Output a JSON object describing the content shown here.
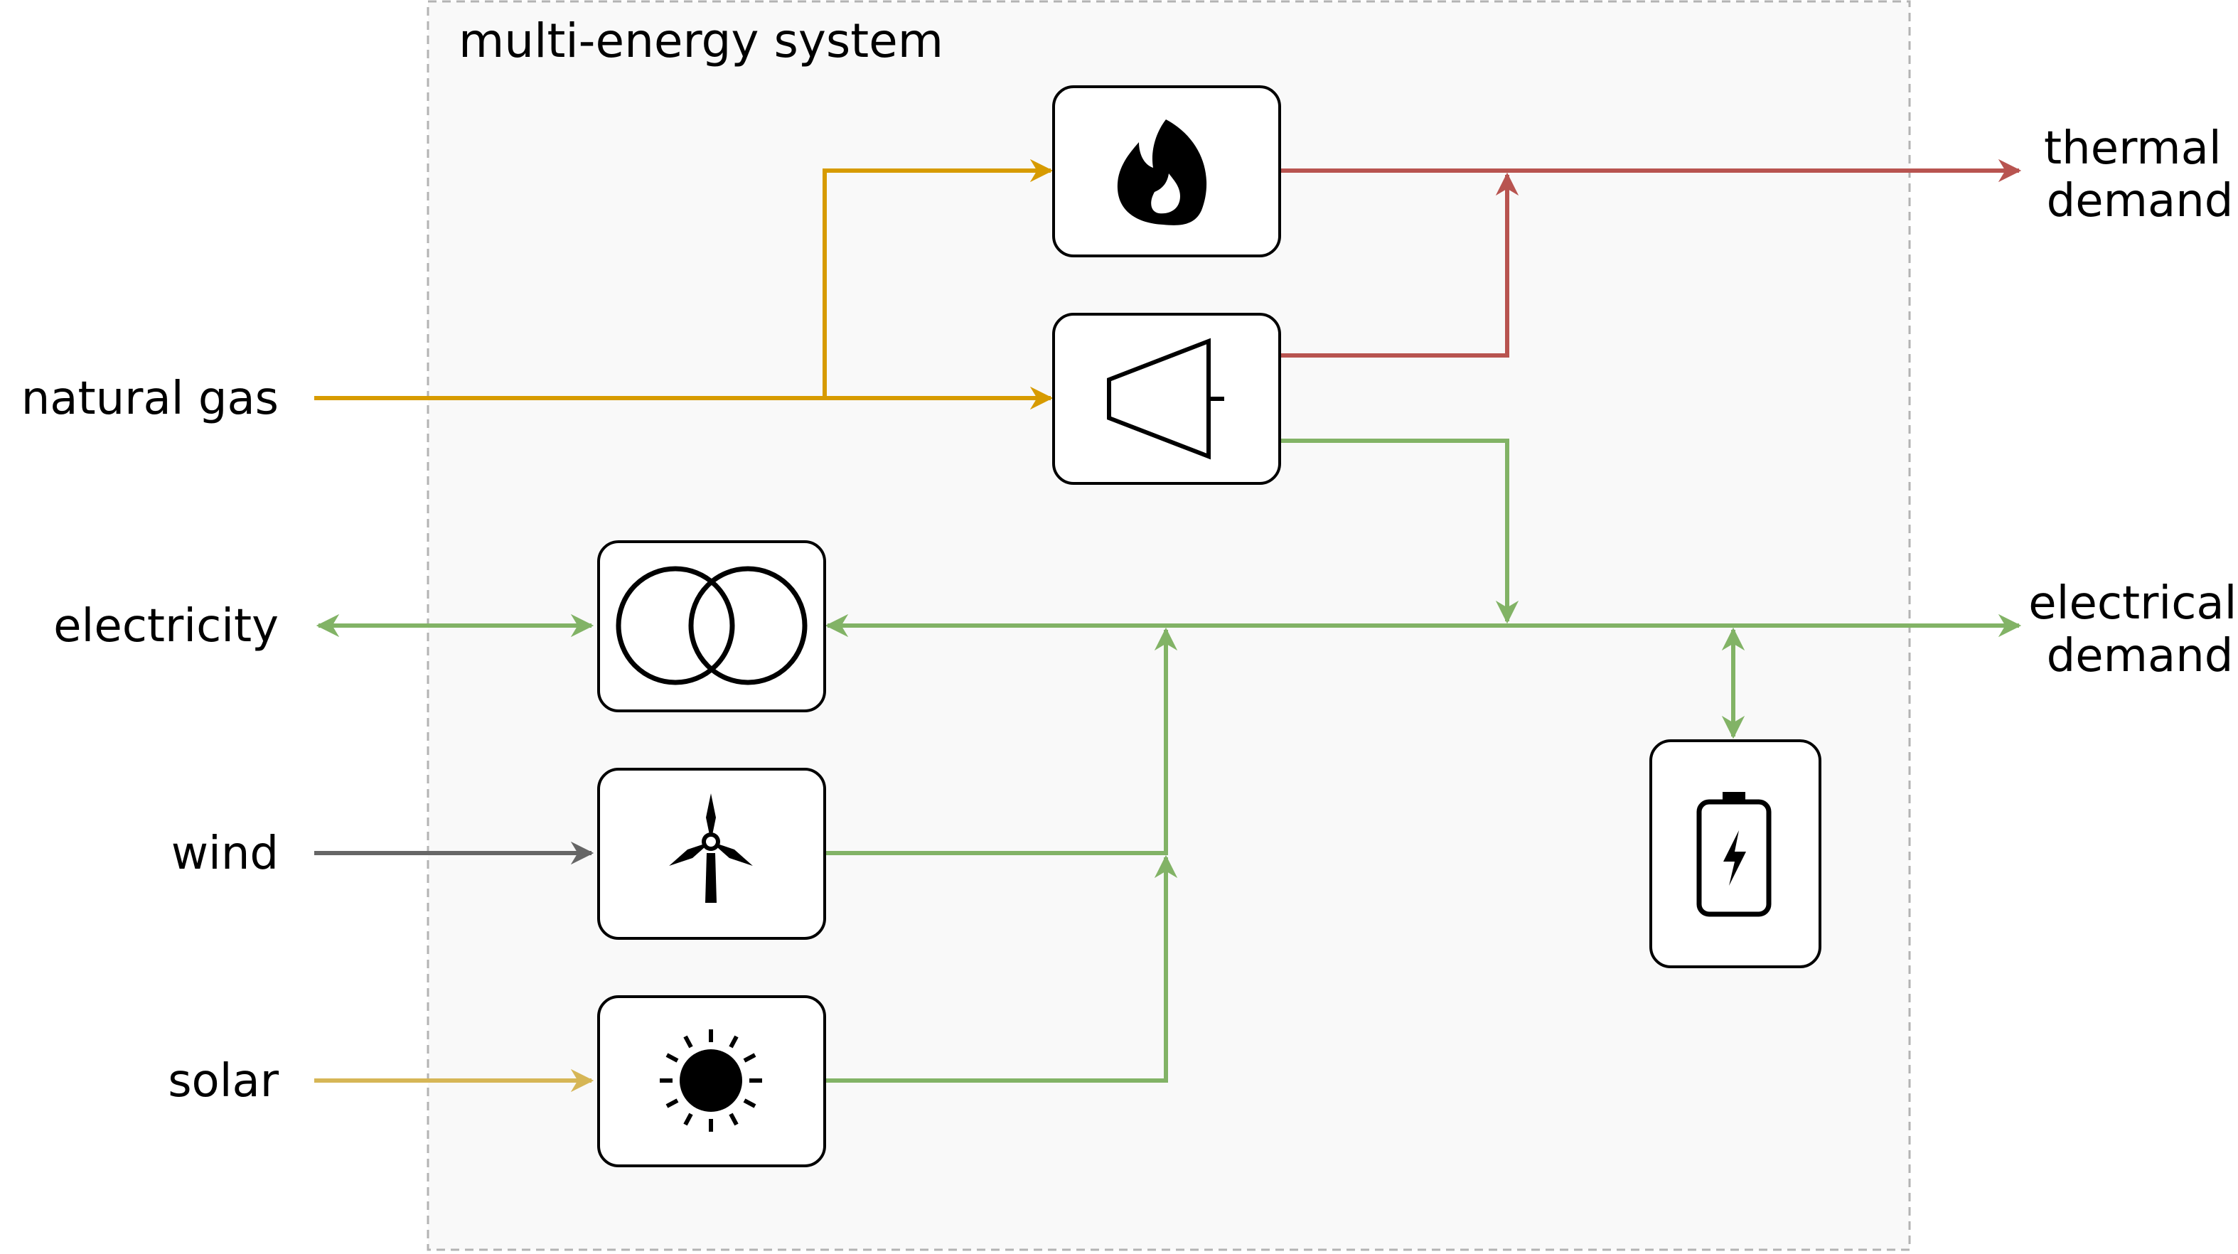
{
  "title": "multi-energy system",
  "inputs": {
    "natural_gas": "natural gas",
    "electricity": "electricity",
    "wind": "wind",
    "solar": "solar"
  },
  "outputs": {
    "thermal": {
      "line1": "thermal",
      "line2": "demand"
    },
    "electrical": {
      "line1": "electrical",
      "line2": "demand"
    }
  },
  "components": [
    {
      "id": "boiler",
      "icon": "flame-icon"
    },
    {
      "id": "chp",
      "icon": "turbine-icon"
    },
    {
      "id": "transformer",
      "icon": "transformer-icon"
    },
    {
      "id": "wind-turbine",
      "icon": "wind-turbine-icon"
    },
    {
      "id": "pv",
      "icon": "sun-icon"
    },
    {
      "id": "battery",
      "icon": "battery-icon"
    }
  ],
  "colors": {
    "gas": "#D79B00",
    "thermal": "#B85450",
    "electrical": "#82B366",
    "wind": "#666666",
    "solar": "#D6B656",
    "system_fill": "#F9F9F9",
    "system_border": "#B3B3B3"
  }
}
